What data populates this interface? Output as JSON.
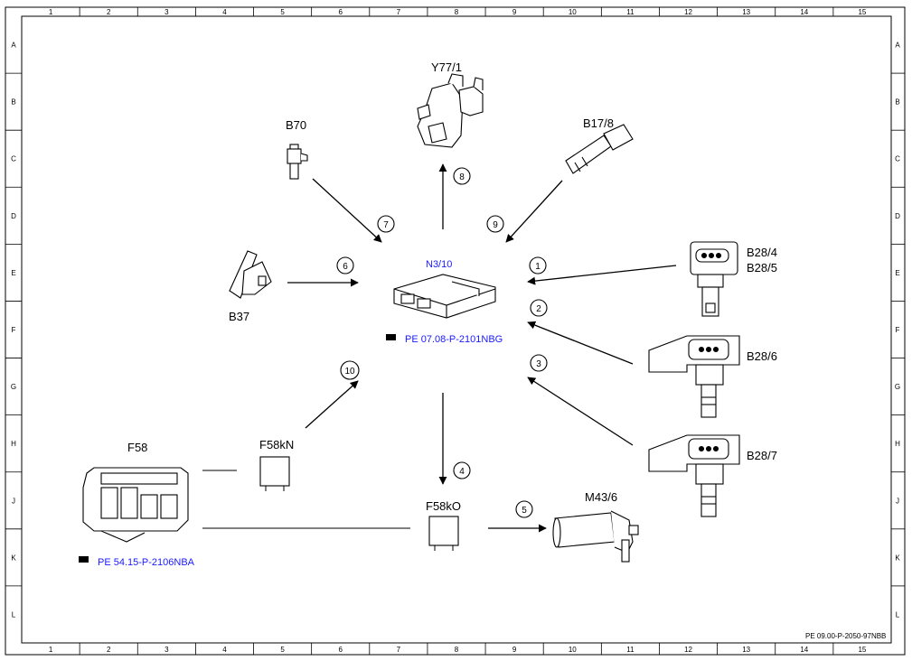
{
  "grid": {
    "columns": [
      "1",
      "2",
      "3",
      "4",
      "5",
      "6",
      "7",
      "8",
      "9",
      "10",
      "11",
      "12",
      "13",
      "14",
      "15"
    ],
    "rows": [
      "A",
      "B",
      "C",
      "D",
      "E",
      "F",
      "G",
      "H",
      "J",
      "K",
      "L"
    ]
  },
  "labels": {
    "ecu": "N3/10",
    "ecu_ref": "PE 07.08-P-2101NBG",
    "y77": "Y77/1",
    "b70": "B70",
    "b17": "B17/8",
    "b37": "B37",
    "b28_4": "B28/4",
    "b28_5": "B28/5",
    "b28_6": "B28/6",
    "b28_7": "B28/7",
    "f58": "F58",
    "f58_ref": "PE 54.15-P-2106NBA",
    "f58kn": "F58kN",
    "f58ko": "F58kO",
    "m43": "M43/6"
  },
  "numbers": [
    "1",
    "2",
    "3",
    "4",
    "5",
    "6",
    "7",
    "8",
    "9",
    "10"
  ],
  "footer": "PE 09.00-P-2050-97NBB",
  "colors": {
    "reference_link": "#1a1aff",
    "line": "#000000"
  }
}
